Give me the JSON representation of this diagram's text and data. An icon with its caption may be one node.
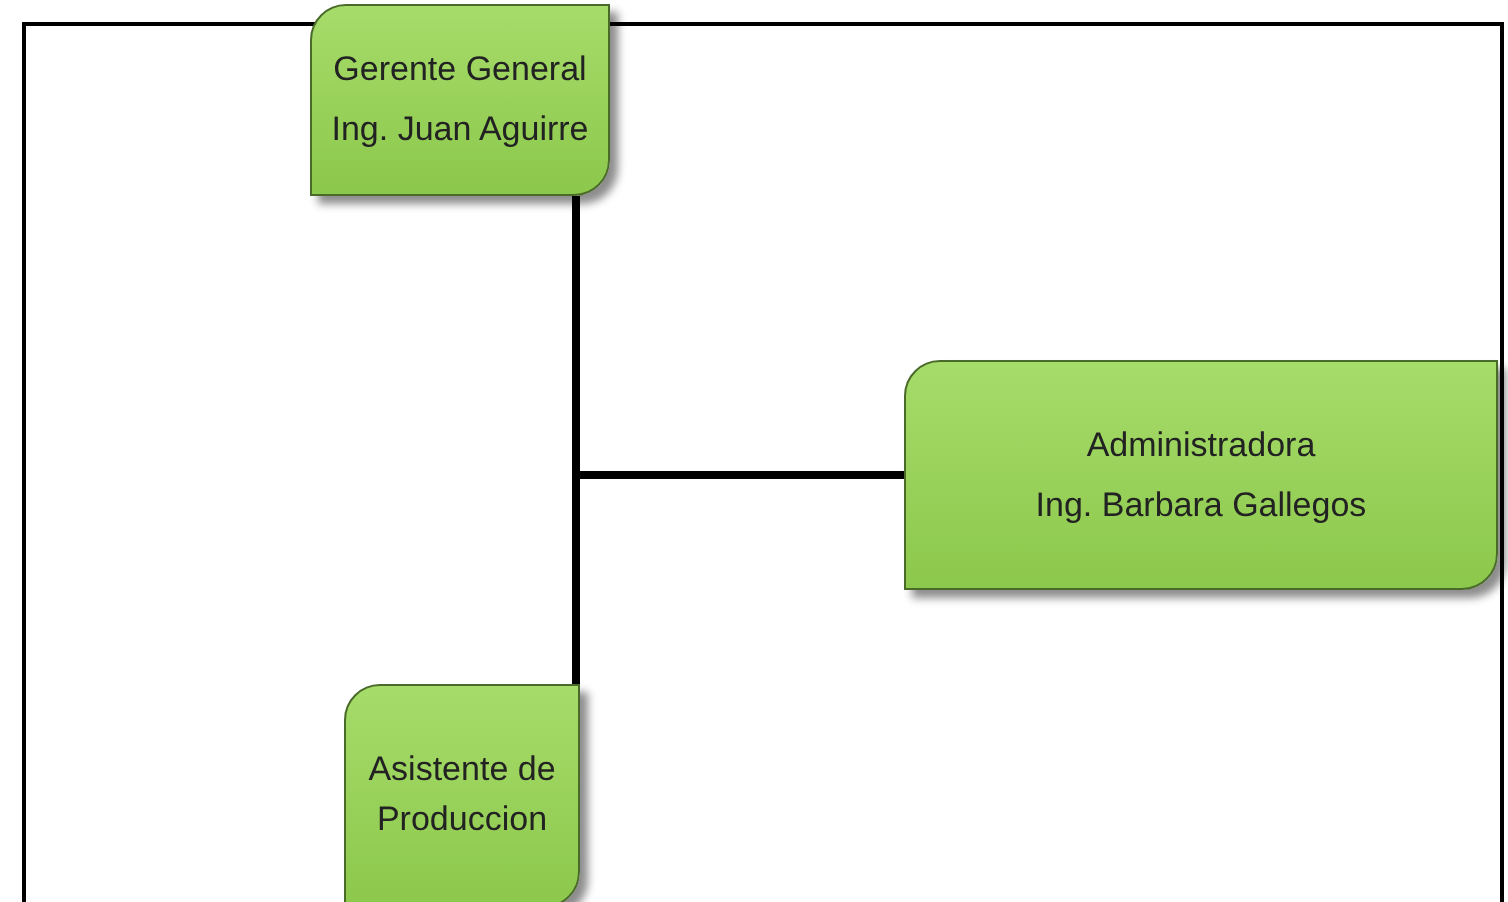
{
  "diagram": {
    "nodes": [
      {
        "text": [
          "Gerente General",
          "Ing. Juan Aguirre"
        ]
      },
      {
        "text": [
          "Administradora",
          "Ing. Barbara Gallegos"
        ]
      },
      {
        "text": [
          "Asistente de Produccion"
        ]
      }
    ],
    "edges": [
      {
        "from": 0,
        "to": 1,
        "arrow": "none"
      },
      {
        "from": 0,
        "to": 2,
        "arrow": "none"
      }
    ]
  }
}
